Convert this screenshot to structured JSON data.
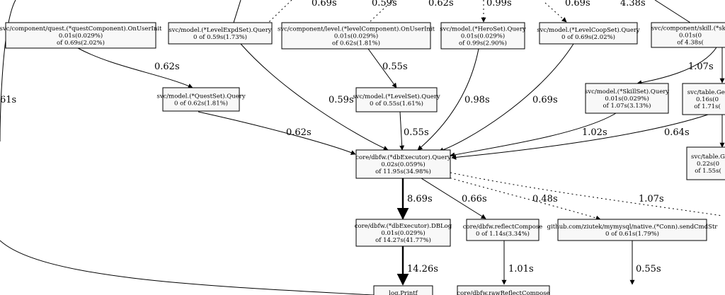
{
  "nodes": [
    {
      "id": "n_quest_comp",
      "lines": [
        "svc/component/quest.(*questComponent).OnUserInit",
        "0.01s(0.029%)",
        "of 0.69s(2.02%)"
      ]
    },
    {
      "id": "n_levelexpd",
      "lines": [
        "svc/model.(*LevelExpdSet).Query",
        "0 of 0.59s(1.73%)"
      ]
    },
    {
      "id": "n_level_comp",
      "lines": [
        "svc/component/level.(*levelComponent).OnUserInit",
        "0.01s(0.029%)",
        "of 0.62s(1.81%)"
      ]
    },
    {
      "id": "n_hero",
      "lines": [
        "svc/model.(*HeroSet).Query",
        "0.01s(0.029%)",
        "of 0.99s(2.90%)"
      ]
    },
    {
      "id": "n_levelcoop",
      "lines": [
        "svc/model.(*LevelCoopSet).Query",
        "0 of 0.69s(2.02%)"
      ]
    },
    {
      "id": "n_skill_comp",
      "lines": [
        "svc/component/skill.(*skil",
        "0.01s(0",
        "of 4.38s("
      ]
    },
    {
      "id": "n_questset",
      "lines": [
        "svc/model.(*QuestSet).Query",
        "0 of 0.62s(1.81%)"
      ]
    },
    {
      "id": "n_levelset",
      "lines": [
        "svc/model.(*LevelSet).Query",
        "0 of 0.55s(1.61%)"
      ]
    },
    {
      "id": "n_skillset",
      "lines": [
        "svc/model.(*SkillSet).Query",
        "0.01s(0.029%)",
        "of 1.07s(3.13%)"
      ]
    },
    {
      "id": "n_table_get",
      "lines": [
        "svc/table.Get",
        "0.16s(0",
        "of 1.71s("
      ]
    },
    {
      "id": "n_dbexec_query",
      "lines": [
        "core/dbfw.(*dbExecutor).Query",
        "0.02s(0.059%)",
        "of 11.95s(34.98%)"
      ]
    },
    {
      "id": "n_table_2",
      "lines": [
        "svc/table.G",
        "0.22s(0",
        "of 1.55s("
      ]
    },
    {
      "id": "n_dblog",
      "lines": [
        "core/dbfw.(*dbExecutor).DBLog",
        "0.01s(0.029%)",
        "of 14.27s(41.77%)"
      ]
    },
    {
      "id": "n_reflect",
      "lines": [
        "core/dbfw.reflectCompose",
        "0 of 1.14s(3.34%)"
      ]
    },
    {
      "id": "n_mysql",
      "lines": [
        "github.com/ziutek/mymysql/native.(*Conn).sendCmdStr",
        "0 of 0.61s(1.79%)"
      ]
    },
    {
      "id": "n_logprintf",
      "lines": [
        "log.Printf"
      ]
    },
    {
      "id": "n_rawreflect",
      "lines": [
        "core/dbfw.rawReflectCompose"
      ]
    }
  ],
  "edge_labels": {
    "top_quest": "0.69s",
    "top_levelexpd": "0.59s",
    "top_levelcomp": "0.62s",
    "top_hero": "0.99s",
    "top_levelcoop": "0.69s",
    "top_skill": "4.38s",
    "questcomp_questset": "0.62s",
    "levelcomp_levelset": "0.55s",
    "skill_skillset": "1.07s",
    "left_cut": "61s",
    "levelexpd_query": "0.59s",
    "hero_query": "0.98s",
    "levelcoop_query": "0.69s",
    "questset_query": "0.62s",
    "levelset_query": "0.55s",
    "skillset_query": "1.02s",
    "tableget_query": "0.64s",
    "query_dblog": "8.69s",
    "query_reflect": "0.66s",
    "query_mysql": "0.48s",
    "query_right": "1.07s",
    "dblog_logprintf": "14.26s",
    "reflect_raw": "1.01s",
    "mysql_down": "0.55s"
  }
}
